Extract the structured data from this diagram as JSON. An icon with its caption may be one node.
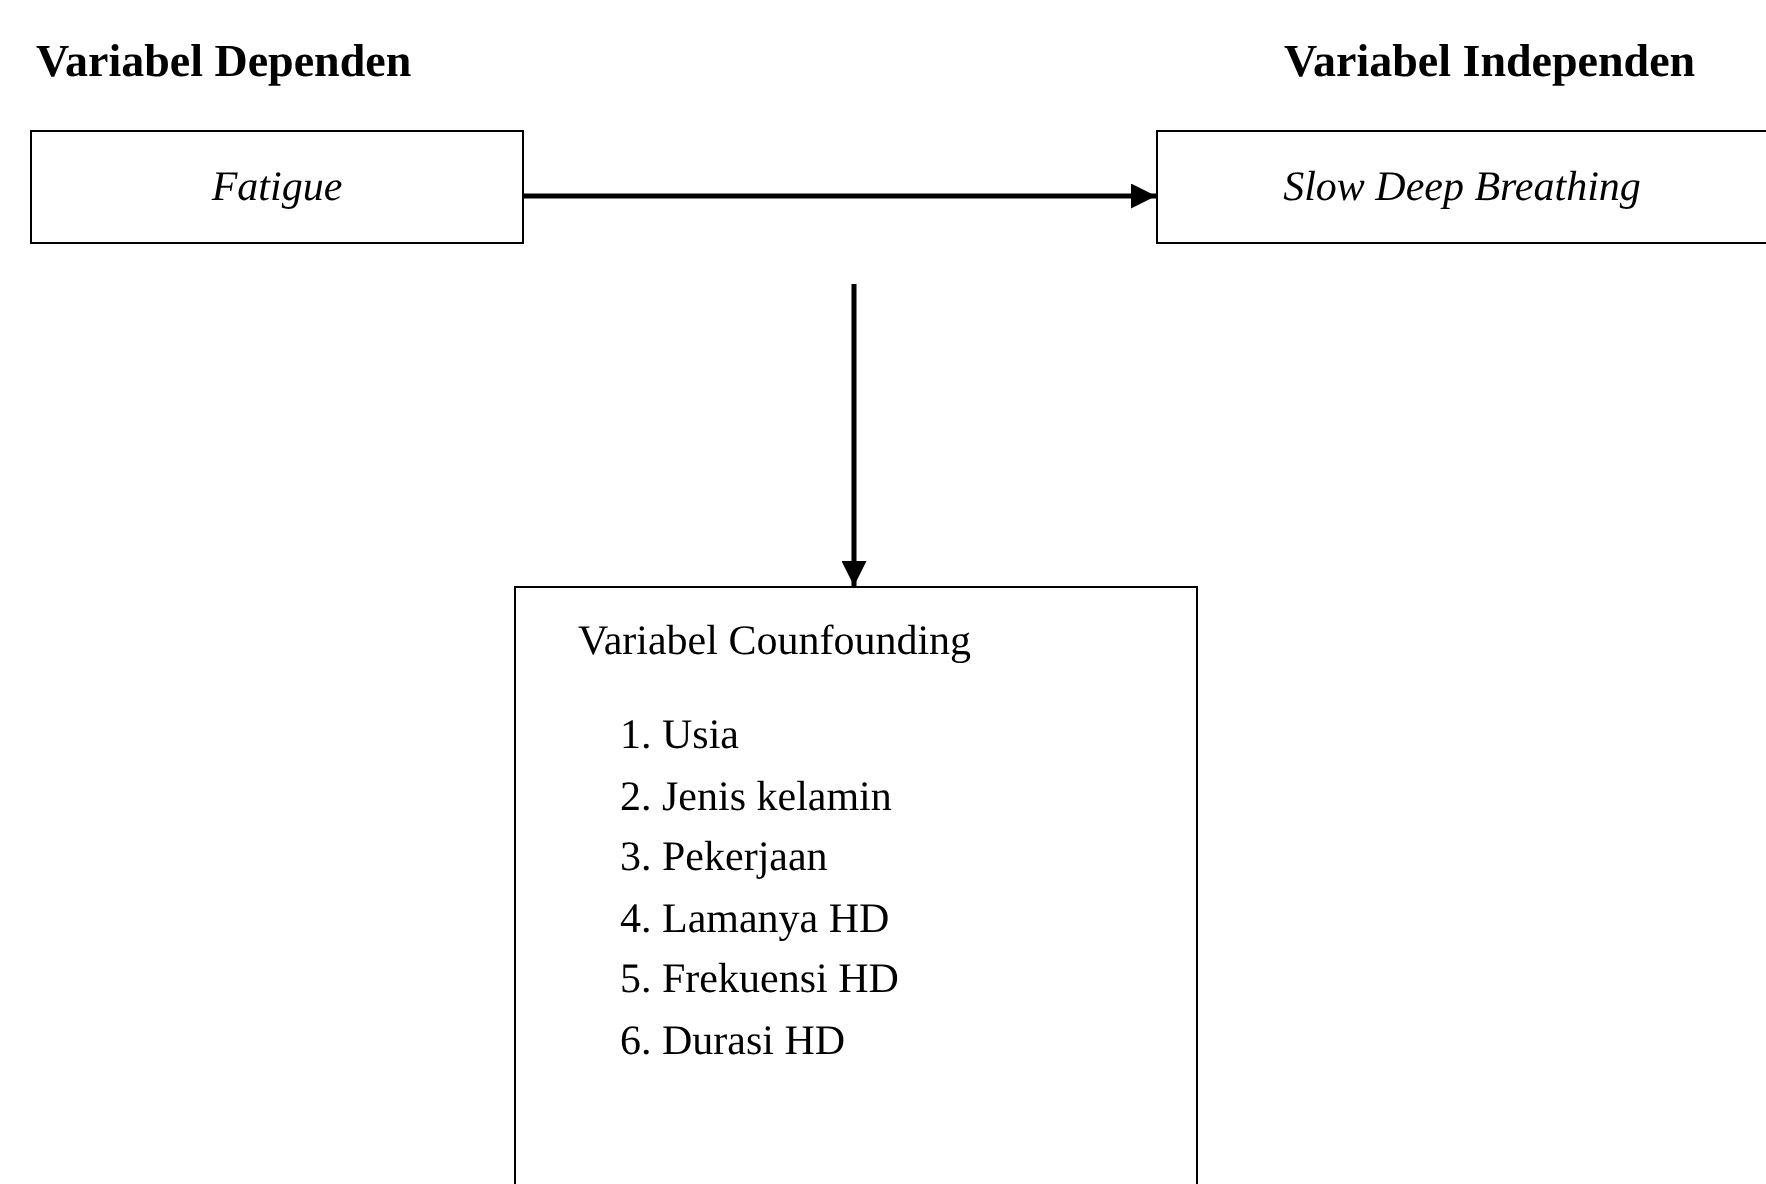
{
  "diagram": {
    "nodes": [
      {
        "text": [
          "Fatigue"
        ]
      },
      {
        "text": [
          "Slow Deep Breathing"
        ]
      },
      {
        "text": [
          "Variabel Counfounding",
          "1. Usia",
          "2. Jenis kelamin",
          "3. Pekerjaan",
          "4. Lamanya HD",
          "5. Frekuensi HD",
          "6. Durasi HD"
        ]
      }
    ],
    "edges": [
      {
        "from": 0,
        "to": 1,
        "arrow": "to"
      },
      {
        "from": null,
        "to": 2,
        "arrow": "to"
      }
    ],
    "labels": [
      "Variabel Dependen",
      "Variabel Independen"
    ]
  }
}
